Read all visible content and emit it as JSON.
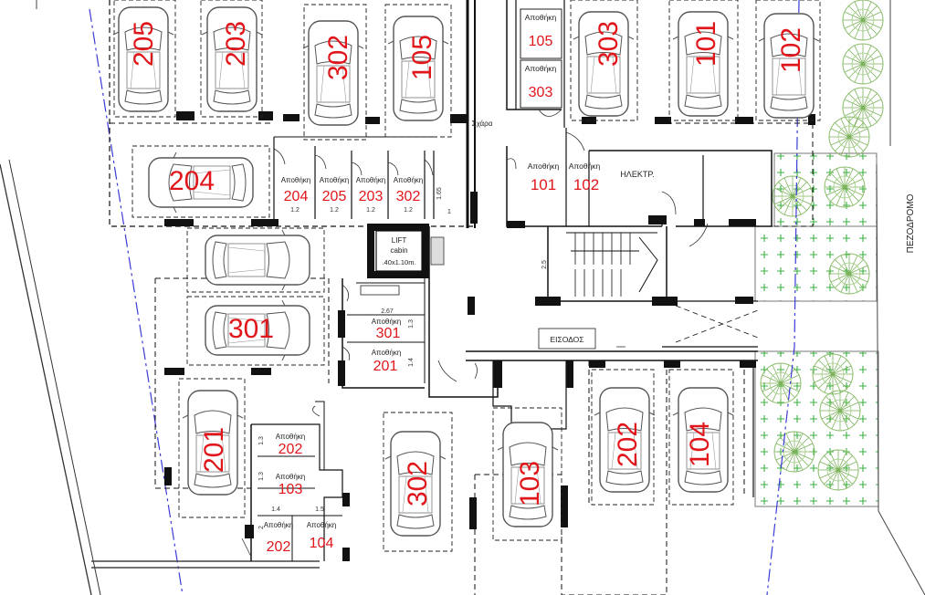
{
  "labels": {
    "storage": "Αποθήκη",
    "lift_line1": "LIFT",
    "lift_line2": "cabin",
    "lift_line3": ".40x1.10m.",
    "electrical": "ΗΛΕΚΤΡ.",
    "entrance": "ΕΙΣΟΔΟΣ",
    "sidewalk": "ΠΕΖΟΔΡΟΜΟ",
    "grate": "Σχάρα"
  },
  "parking": [
    {
      "id": "205",
      "label": "205"
    },
    {
      "id": "203",
      "label": "203"
    },
    {
      "id": "302a",
      "label": "302"
    },
    {
      "id": "105",
      "label": "105"
    },
    {
      "id": "303",
      "label": "303"
    },
    {
      "id": "101",
      "label": "101"
    },
    {
      "id": "102",
      "label": "102"
    },
    {
      "id": "204",
      "label": "204"
    },
    {
      "id": "301",
      "label": "301"
    },
    {
      "id": "201",
      "label": "201"
    },
    {
      "id": "302b",
      "label": "302"
    },
    {
      "id": "103",
      "label": "103"
    },
    {
      "id": "202",
      "label": "202"
    },
    {
      "id": "104",
      "label": "104"
    }
  ],
  "storage_rooms": [
    {
      "id": "s105",
      "label": "105"
    },
    {
      "id": "s303",
      "label": "303"
    },
    {
      "id": "s101",
      "label": "101"
    },
    {
      "id": "s102",
      "label": "102"
    },
    {
      "id": "s204",
      "label": "204"
    },
    {
      "id": "s205",
      "label": "205"
    },
    {
      "id": "s203",
      "label": "203"
    },
    {
      "id": "s302",
      "label": "302"
    },
    {
      "id": "s301",
      "label": "301"
    },
    {
      "id": "s201",
      "label": "201"
    },
    {
      "id": "s202a",
      "label": "202"
    },
    {
      "id": "s103",
      "label": "103"
    },
    {
      "id": "s202b",
      "label": "202"
    },
    {
      "id": "s104",
      "label": "104"
    }
  ],
  "dimensions": {
    "w12": "1.2",
    "h165": "1.65",
    "w1": "1",
    "h25": "2.5",
    "w267": "2.67",
    "h13": "1.3",
    "h14": "1.4",
    "w15": "1.5",
    "h2": "2"
  }
}
